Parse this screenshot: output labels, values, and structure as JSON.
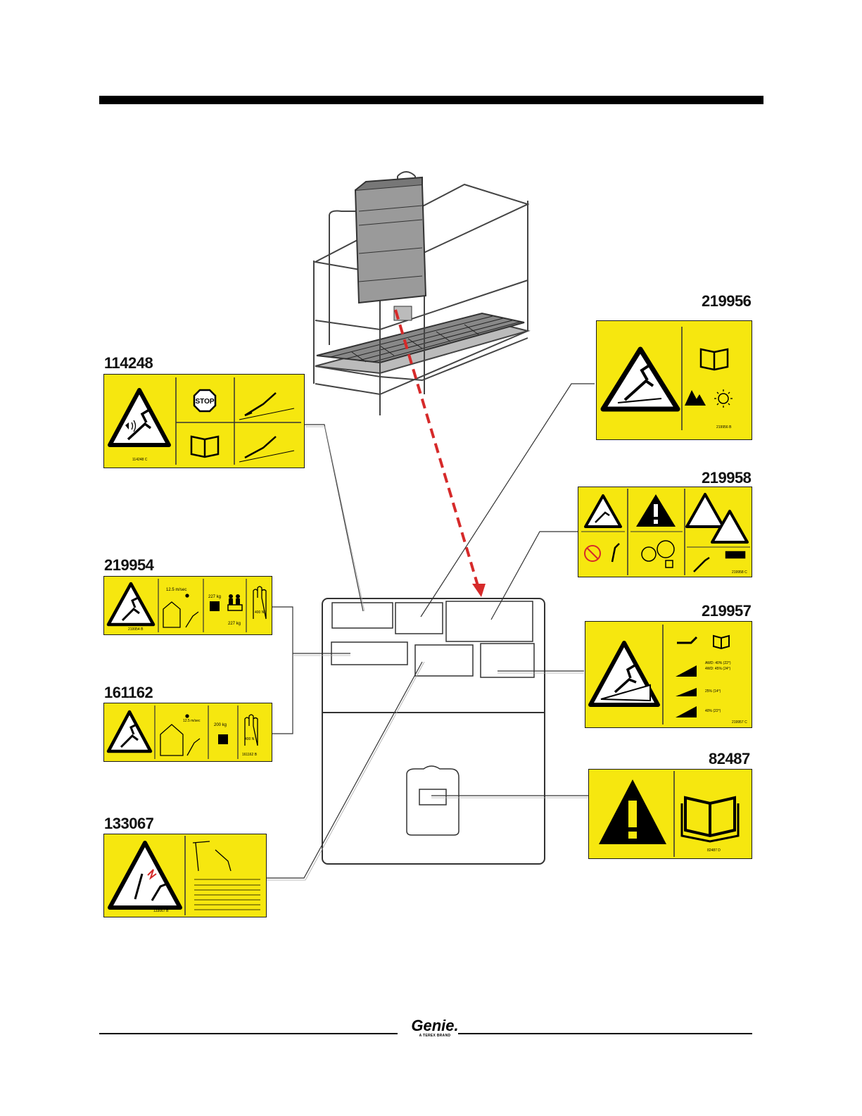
{
  "decals": [
    {
      "id": "219956",
      "code": "219956 B"
    },
    {
      "id": "114248",
      "code": "114248 C"
    },
    {
      "id": "219958",
      "code": "219958 C"
    },
    {
      "id": "219954",
      "code": "219954 B"
    },
    {
      "id": "219957",
      "code": "219957 C"
    },
    {
      "id": "161162",
      "code": "161162 B"
    },
    {
      "id": "82487",
      "code": "82487 D"
    },
    {
      "id": "133067",
      "code": "133067 B"
    }
  ],
  "decal_text": {
    "stop": "STOP",
    "mph_219954": "12.5 m/sec",
    "kg_219954_a": "227 kg",
    "kg_219954_b": "227 kg",
    "hand_219954": "400 N",
    "mph_161162": "12.5 m/sec",
    "kg_161162": "200 kg",
    "hand_161162": "400 N",
    "slope_1": "AWD: 40% (22°)",
    "slope_2": "4WD: 45% (24°)",
    "slope_3": "25% (14°)",
    "slope_4": "40% (22°)"
  },
  "footer": {
    "brand": "Genie.",
    "tagline": "A TEREX BRAND"
  },
  "colors": {
    "decal_yellow": "#f6e70f",
    "callout_arrow": "#d62a2a"
  }
}
